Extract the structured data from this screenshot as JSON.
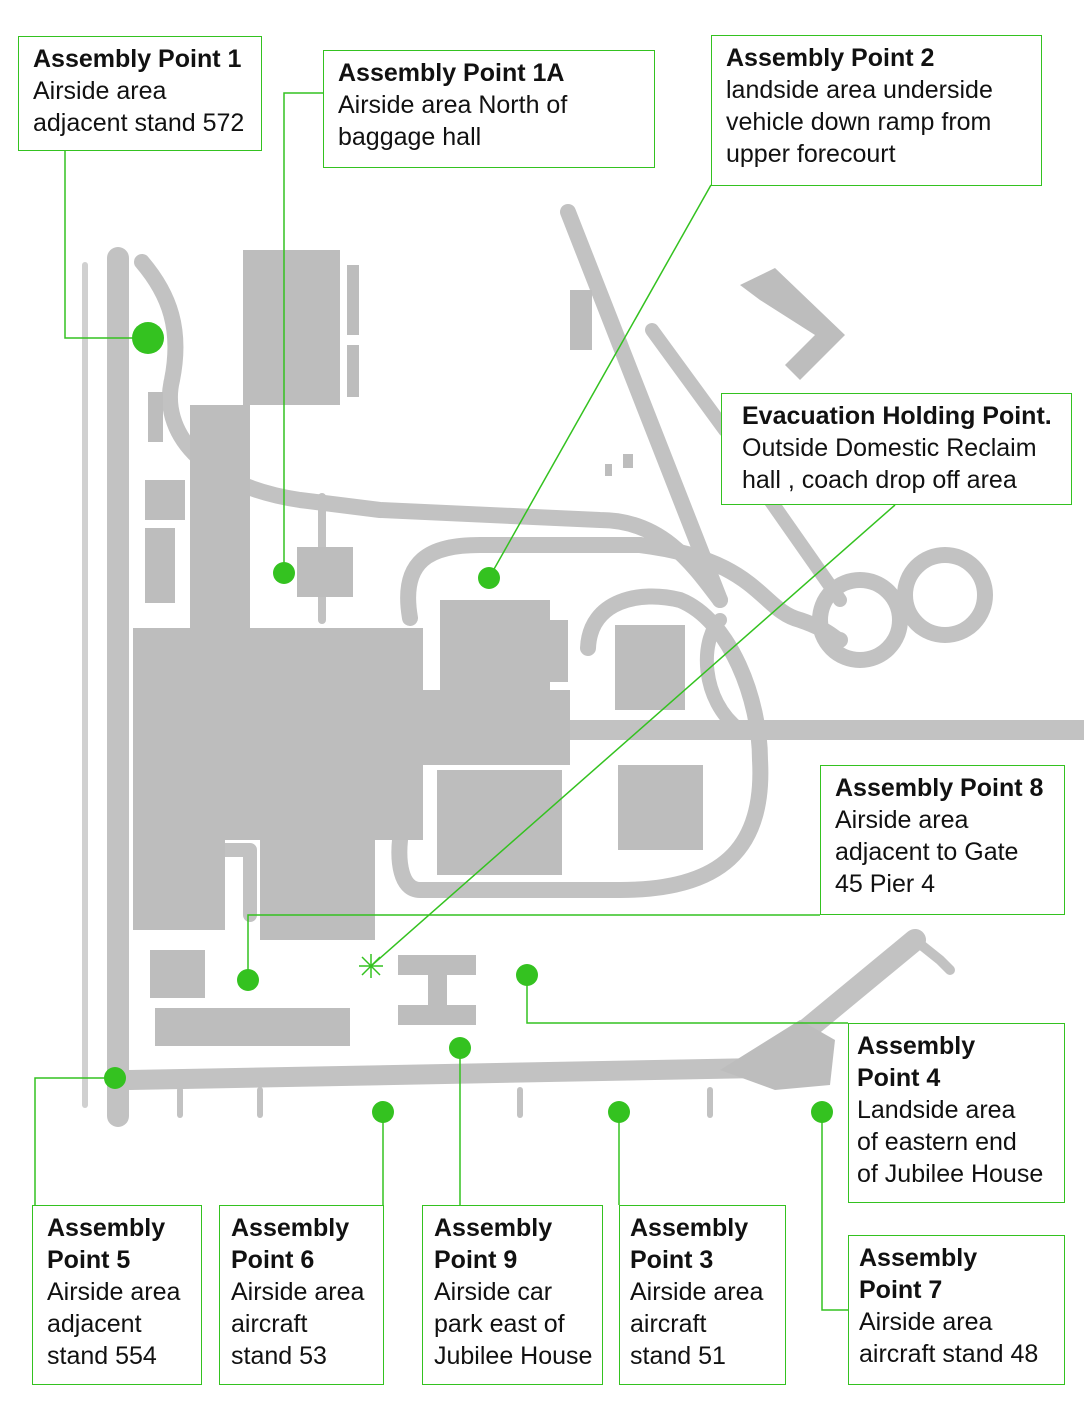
{
  "map": {
    "colors": {
      "building": "#bdbdbd",
      "road": "#c2c2c2",
      "accent": "#34c220",
      "text": "#111111"
    },
    "evacuation_marker_icon": "asterisk-marker-icon",
    "assembly_marker_icon": "green-dot-icon"
  },
  "labels": {
    "ap1": {
      "title": "Assembly Point 1",
      "desc": "Airside area\nadjacent stand 572"
    },
    "ap1a": {
      "title": "Assembly Point 1A",
      "desc": "Airside area North of\nbaggage hall"
    },
    "ap2": {
      "title": "Assembly Point 2",
      "desc": "landside area underside\nvehicle down ramp from\nupper forecourt"
    },
    "ehp": {
      "title": "Evacuation Holding Point.",
      "desc": "Outside Domestic Reclaim\nhall , coach drop off area"
    },
    "ap8": {
      "title": "Assembly Point 8",
      "desc": "Airside area\nadjacent to Gate\n45 Pier 4"
    },
    "ap4": {
      "title": "Assembly\nPoint 4",
      "desc": "Landside area\nof eastern end\nof Jubilee House"
    },
    "ap5": {
      "title": "Assembly\nPoint 5",
      "desc": "Airside area\nadjacent\nstand 554"
    },
    "ap6": {
      "title": "Assembly\nPoint 6",
      "desc": "Airside area\naircraft\nstand 53"
    },
    "ap9": {
      "title": "Assembly\nPoint 9",
      "desc": "Airside car\npark east of\nJubilee House"
    },
    "ap3": {
      "title": "Assembly\nPoint 3",
      "desc": "Airside area\naircraft\nstand 51"
    },
    "ap7": {
      "title": "Assembly\nPoint 7",
      "desc": "Airside area\naircraft stand 48"
    }
  }
}
